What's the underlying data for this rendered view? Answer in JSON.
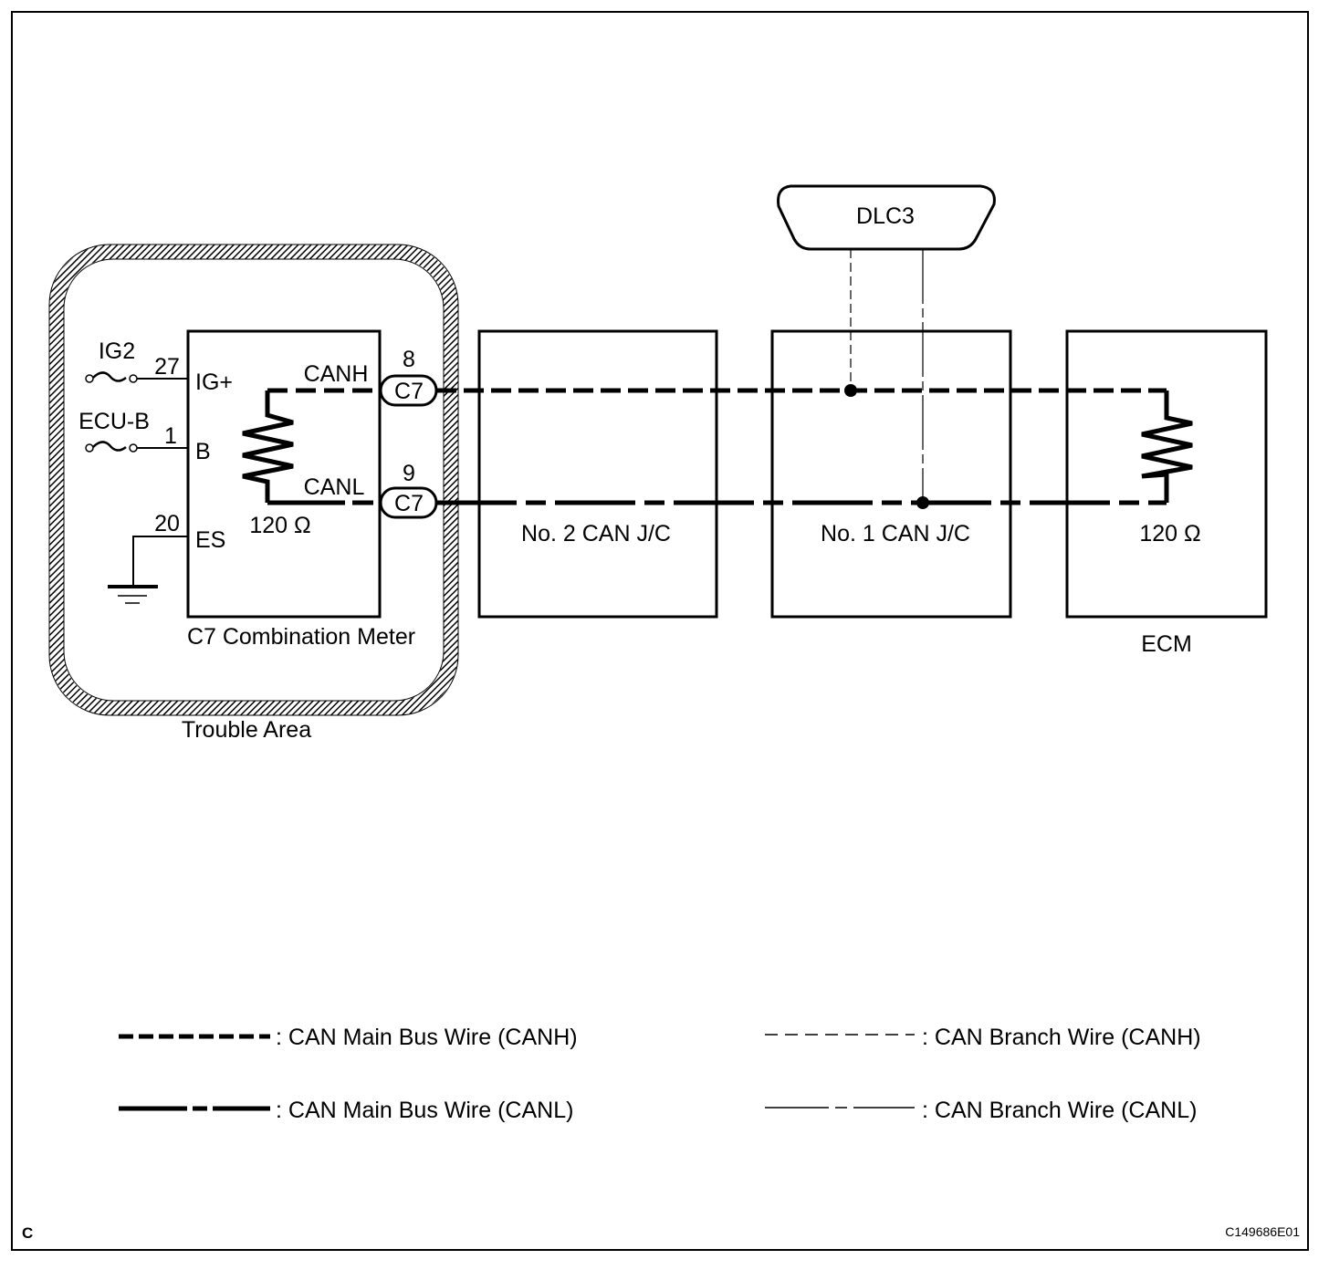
{
  "diagram": {
    "corner_letter": "C",
    "figure_id": "C149686E01",
    "trouble_area": {
      "label": "Trouble Area"
    },
    "combination_meter": {
      "name": "C7 Combination Meter",
      "resistor": "120 Ω",
      "pins": [
        {
          "pin": "27",
          "terminal": "IG+",
          "fuse": "IG2"
        },
        {
          "pin": "1",
          "terminal": "B",
          "fuse": "ECU-B"
        },
        {
          "pin": "20",
          "terminal": "ES",
          "ground": true
        }
      ],
      "can_lines": [
        {
          "signal": "CANH",
          "connector": "C7",
          "pin": "8"
        },
        {
          "signal": "CANL",
          "connector": "C7",
          "pin": "9"
        }
      ]
    },
    "junctions": [
      {
        "name": "No. 2 CAN J/C"
      },
      {
        "name": "No. 1 CAN J/C"
      }
    ],
    "ecm": {
      "name": "ECM",
      "resistor": "120 Ω"
    },
    "dlc": {
      "name": "DLC3"
    },
    "legend": [
      {
        "id": "main-canh",
        "label": ": CAN Main Bus Wire (CANH)"
      },
      {
        "id": "main-canl",
        "label": ": CAN Main Bus Wire (CANL)"
      },
      {
        "id": "branch-canh",
        "label": ": CAN Branch Wire (CANH)"
      },
      {
        "id": "branch-canl",
        "label": ": CAN Branch Wire (CANL)"
      }
    ]
  }
}
